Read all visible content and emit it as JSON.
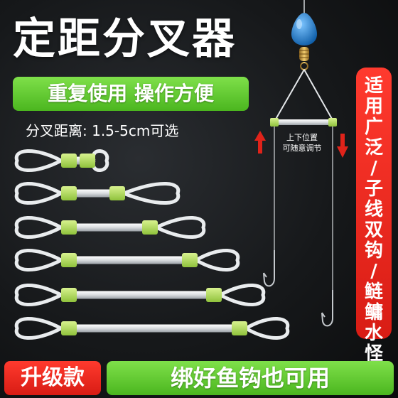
{
  "product": {
    "title": "定距分叉器",
    "feature_banner": "重复使用 操作方便",
    "distance_text": "分叉距离: 1.5-5cm可选",
    "adjust_hint": [
      "上下位置",
      "可随意调节"
    ],
    "side_banner_chars": [
      "适",
      "用",
      "广",
      "泛",
      "/",
      "子",
      "线",
      "双",
      "钩",
      "/",
      "鲢",
      "鳙",
      "水",
      "怪"
    ],
    "upgrade_badge": "升级款",
    "bottom_banner": "绑好鱼钩也可用"
  },
  "sample_count": 6,
  "colors": {
    "accent_green": "#5fc92e",
    "accent_red": "#e0231a",
    "sleeve_green": "#b9e36a",
    "weight_blue": "#1f7fd0",
    "swivel_gold": "#c99a3a"
  },
  "icons": [
    "up-arrow-icon",
    "down-arrow-icon",
    "fishing-weight-icon",
    "swivel-icon",
    "fish-hook-icon"
  ]
}
